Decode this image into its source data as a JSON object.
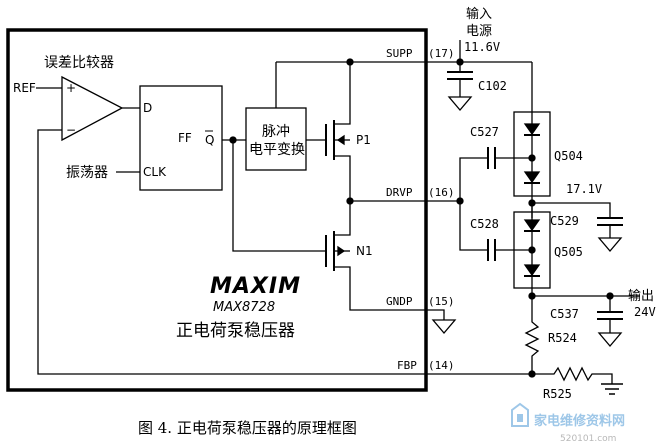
{
  "chip": {
    "brand": "MAXIM",
    "model": "MAX8728",
    "name": "正电荷泵稳压器"
  },
  "blocks": {
    "error_amp": "误差比较器",
    "oscillator": "振荡器",
    "level_shift_line1": "脉冲",
    "level_shift_line2": "电平变换"
  },
  "pins": {
    "ref": "REF",
    "clk": "CLK",
    "d": "D",
    "ff": "FF",
    "q": "Q",
    "plus": "+",
    "minus": "−",
    "p1": "P1",
    "n1": "N1",
    "supp": "SUPP",
    "drvp": "DRVP",
    "gndp": "GNDP",
    "fbp": "FBP",
    "supp_num": "(17)",
    "drvp_num": "(16)",
    "gndp_num": "(15)",
    "fbp_num": "(14)"
  },
  "external": {
    "input_line1": "输入",
    "input_line2": "电源",
    "input_voltage": "11.6V",
    "c102": "C102",
    "c527": "C527",
    "c528": "C528",
    "c529": "C529",
    "c537": "C537",
    "q504": "Q504",
    "q505": "Q505",
    "v_mid": "17.1V",
    "output": "输出",
    "output_voltage": "24V",
    "r524": "R524",
    "r525": "R525"
  },
  "caption": "图 4.  正电荷泵稳压器的原理框图",
  "watermark": {
    "site": "家电维修资料网",
    "url": "520101.com"
  }
}
